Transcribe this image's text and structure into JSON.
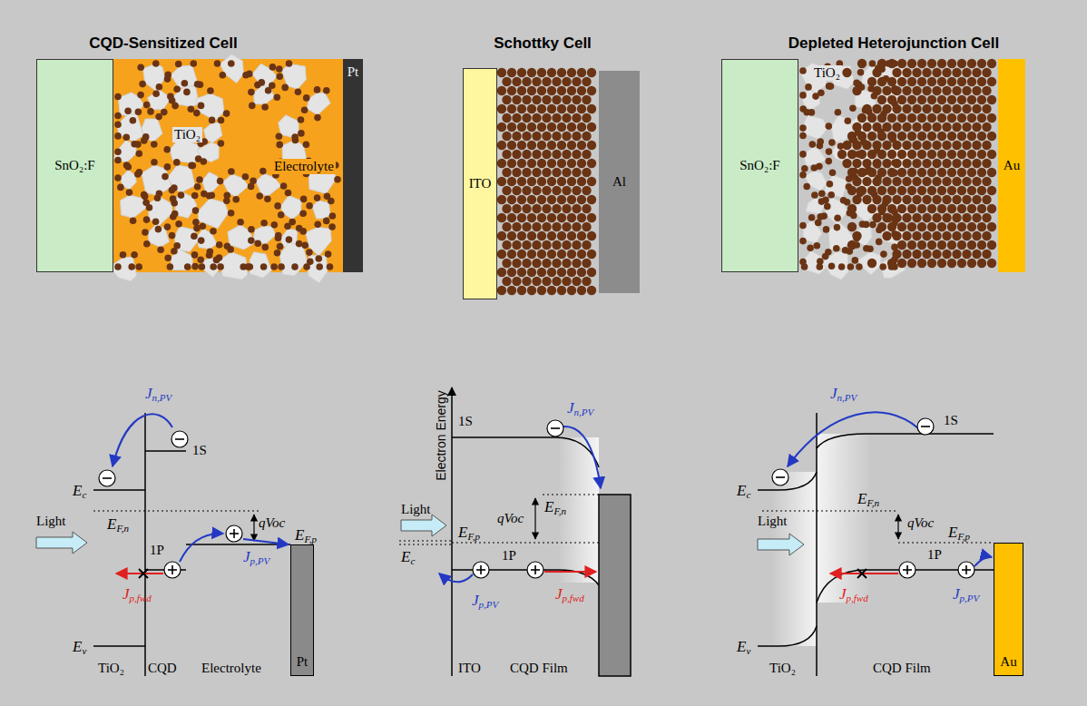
{
  "diagram": {
    "nodes": [
      {
        "text": [
          "SnO₂:F"
        ]
      },
      {
        "text": [
          "Pt"
        ]
      },
      {
        "text": [
          "ITO"
        ]
      },
      {
        "text": [
          "Al"
        ]
      },
      {
        "text": [
          "SnO₂:F"
        ]
      },
      {
        "text": [
          "Au"
        ]
      },
      {
        "text": [
          "Pt"
        ]
      },
      {
        "text": [
          "Au"
        ]
      }
    ],
    "labels": [
      "CQD-Sensitized Cell",
      "Schottky Cell",
      "Depleted Heterojunction Cell",
      "TiO₂",
      "Electrolyte",
      "TiO₂",
      "Jn,PV",
      "1S",
      "Ec",
      "EF,n",
      "qVoc",
      "EF,p",
      "Light",
      "1P",
      "Jp,fwd",
      "Jp,PV",
      "Ev",
      "TiO₂",
      "CQD",
      "Electrolyte",
      "Electron Energy",
      "1S",
      "Jn,PV",
      "EF,n",
      "Light",
      "qVoc",
      "EF,p",
      "Ec",
      "Jp,PV",
      "Jp,fwd",
      "1P",
      "ITO",
      "CQD Film",
      "Jn,PV",
      "1S",
      "Ec",
      "EF,n",
      "qVoc",
      "EF,p",
      "Light",
      "Jp,fwd",
      "1P",
      "Jp,PV",
      "Ev",
      "TiO₂",
      "CQD Film"
    ]
  }
}
